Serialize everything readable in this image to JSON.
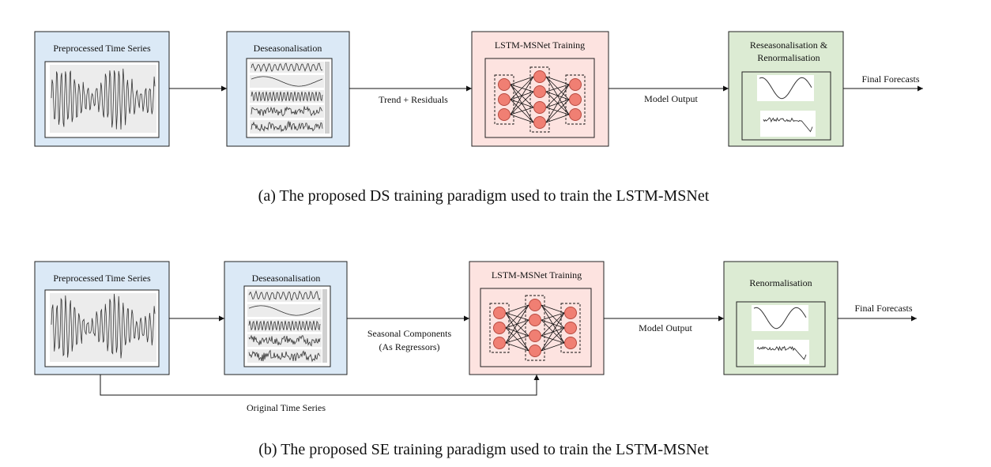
{
  "colors": {
    "blue_fill": "#dbe9f6",
    "red_fill": "#fde3e0",
    "green_fill": "#dcebd3",
    "neuron_fill": "#f07f73",
    "neuron_stroke": "#b64a40",
    "line": "#111111"
  },
  "diagram_a": {
    "boxes": {
      "preprocessed": "Preprocessed Time Series",
      "deseasonalisation": "Deseasonalisation",
      "lstm": "LSTM-MSNet Training",
      "reseasonalisation_line1": "Reseasonalisation &",
      "reseasonalisation_line2": "Renormalisation"
    },
    "edges": {
      "trend": "Trend + Residuals",
      "model_output": "Model Output",
      "final": "Final Forecasts"
    },
    "caption": "(a) The proposed DS training paradigm used to train the LSTM-MSNet"
  },
  "diagram_b": {
    "boxes": {
      "preprocessed": "Preprocessed Time Series",
      "deseasonalisation": "Deseasonalisation",
      "lstm": "LSTM-MSNet Training",
      "renormalisation": "Renormalisation"
    },
    "edges": {
      "seasonal_line1": "Seasonal Components",
      "seasonal_line2": "(As Regressors)",
      "model_output": "Model Output",
      "final": "Final Forecasts",
      "original": "Original Time Series"
    },
    "caption": "(b) The proposed SE training paradigm used to train the LSTM-MSNet"
  },
  "icons": {
    "time_series_plot": "time-series-plot-icon",
    "decomposition_plot": "decomposition-plot-icon",
    "neural_network": "neural-network-icon",
    "forecast_plot": "forecast-plot-icon",
    "arrow": "arrow-icon"
  }
}
